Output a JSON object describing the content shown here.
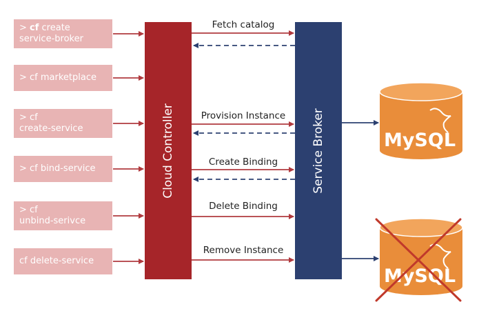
{
  "commands": [
    {
      "prefix": "> ",
      "bold": "cf",
      "rest": " create\nservice-broker"
    },
    {
      "prefix": "",
      "bold": "",
      "rest": "> cf marketplace"
    },
    {
      "prefix": "",
      "bold": "",
      "rest": "> cf\ncreate-service"
    },
    {
      "prefix": "",
      "bold": "",
      "rest": "> cf bind-service"
    },
    {
      "prefix": "",
      "bold": "",
      "rest": "> cf\nunbind-serivce"
    },
    {
      "prefix": "",
      "bold": "",
      "rest": "cf delete-service"
    }
  ],
  "cloud_controller": {
    "label": "Cloud Controller",
    "color": "#a62529"
  },
  "service_broker": {
    "label": "Service Broker",
    "color": "#2c4070"
  },
  "operations": [
    {
      "label": "Fetch catalog",
      "response": true
    },
    {
      "label": "Provision Instance",
      "response": true
    },
    {
      "label": "Create Binding",
      "response": true
    },
    {
      "label": "Delete Binding",
      "response": false
    },
    {
      "label": "Remove Instance",
      "response": false
    }
  ],
  "databases": [
    {
      "label": "MySQL",
      "deleted": false
    },
    {
      "label": "MySQL",
      "deleted": true
    }
  ],
  "colors": {
    "command_bg": "#e8b4b4",
    "arrow_red": "#b03a3e",
    "arrow_blue": "#2c4070",
    "db_orange": "#e98d3a",
    "cross": "#c0392b"
  }
}
